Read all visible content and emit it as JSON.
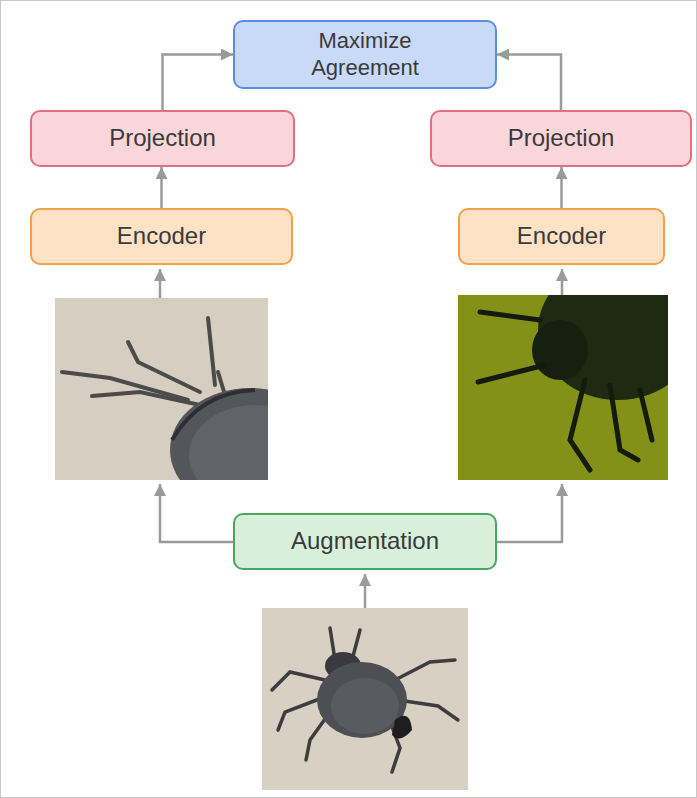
{
  "diagram": {
    "nodes": [
      {
        "text": [
          "Maximize Agreement"
        ]
      },
      {
        "text": [
          "Projection"
        ]
      },
      {
        "text": [
          "Projection"
        ]
      },
      {
        "text": [
          "Encoder"
        ]
      },
      {
        "text": [
          "Encoder"
        ]
      },
      {
        "text": [
          "Augmentation"
        ]
      }
    ],
    "edges": [
      {
        "from": 3,
        "to": 1,
        "arrow": "to"
      },
      {
        "from": 4,
        "to": 2,
        "arrow": "to"
      },
      {
        "from": 1,
        "to": 0,
        "arrow": "to"
      },
      {
        "from": 2,
        "to": 0,
        "arrow": "to"
      }
    ]
  }
}
